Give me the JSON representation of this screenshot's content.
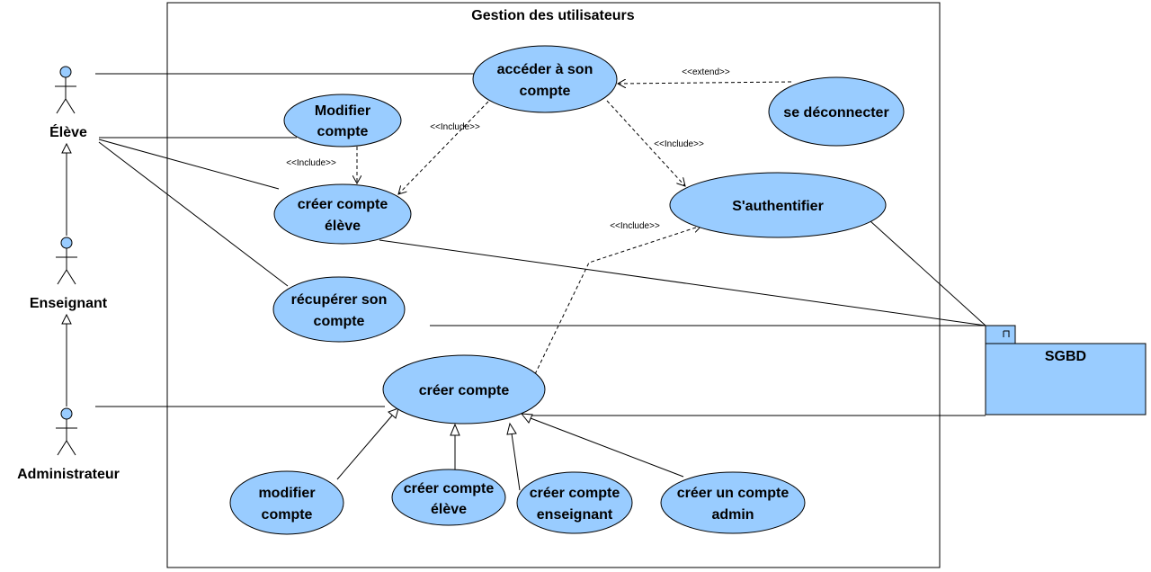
{
  "system": {
    "title": "Gestion des utilisateurs"
  },
  "actors": {
    "eleve": "Élève",
    "enseignant": "Enseignant",
    "administrateur": "Administrateur"
  },
  "use_cases": {
    "acceder": [
      "accéder à son",
      "compte"
    ],
    "deconnecter": [
      "se déconnecter"
    ],
    "modifier_compte_eleve": [
      "Modifier",
      "compte"
    ],
    "creer_compte_eleve": [
      "créer compte",
      "élève"
    ],
    "authentifier": [
      "S'authentifier"
    ],
    "recuperer": [
      "récupérer son",
      "compte"
    ],
    "creer_compte": [
      "créer compte"
    ],
    "modifier_compte": [
      "modifier",
      "compte"
    ],
    "creer_compte_eleve2": [
      "créer compte",
      "élève"
    ],
    "creer_compte_enseignant": [
      "créer compte",
      "enseignant"
    ],
    "creer_compte_admin": [
      "créer un compte",
      "admin"
    ]
  },
  "stereotypes": {
    "extend": "<<extend>>",
    "include1": "<<Include>>",
    "include2": "<<Include>>",
    "include3": "<<Include>>",
    "include4": "<<Include>>"
  },
  "external": {
    "sgbd": "SGBD"
  },
  "colors": {
    "usecase_fill": "#99ccff",
    "stroke": "#000000"
  }
}
